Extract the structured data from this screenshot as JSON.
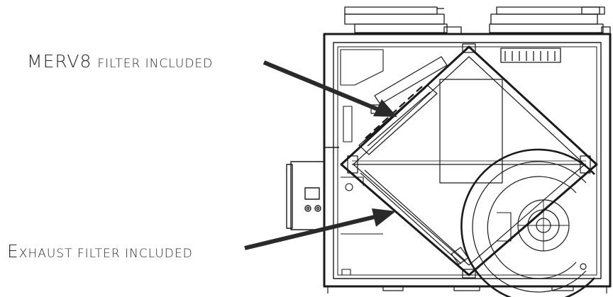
{
  "labels": {
    "merv_lead": "MERV8",
    "merv_rest": "filter included",
    "exhaust_lead": "E",
    "exhaust_rest": "xhaust filter included"
  },
  "colors": {
    "line": "#1a1a1a",
    "arrow": "#2a2a2a",
    "background": "#ffffff"
  }
}
